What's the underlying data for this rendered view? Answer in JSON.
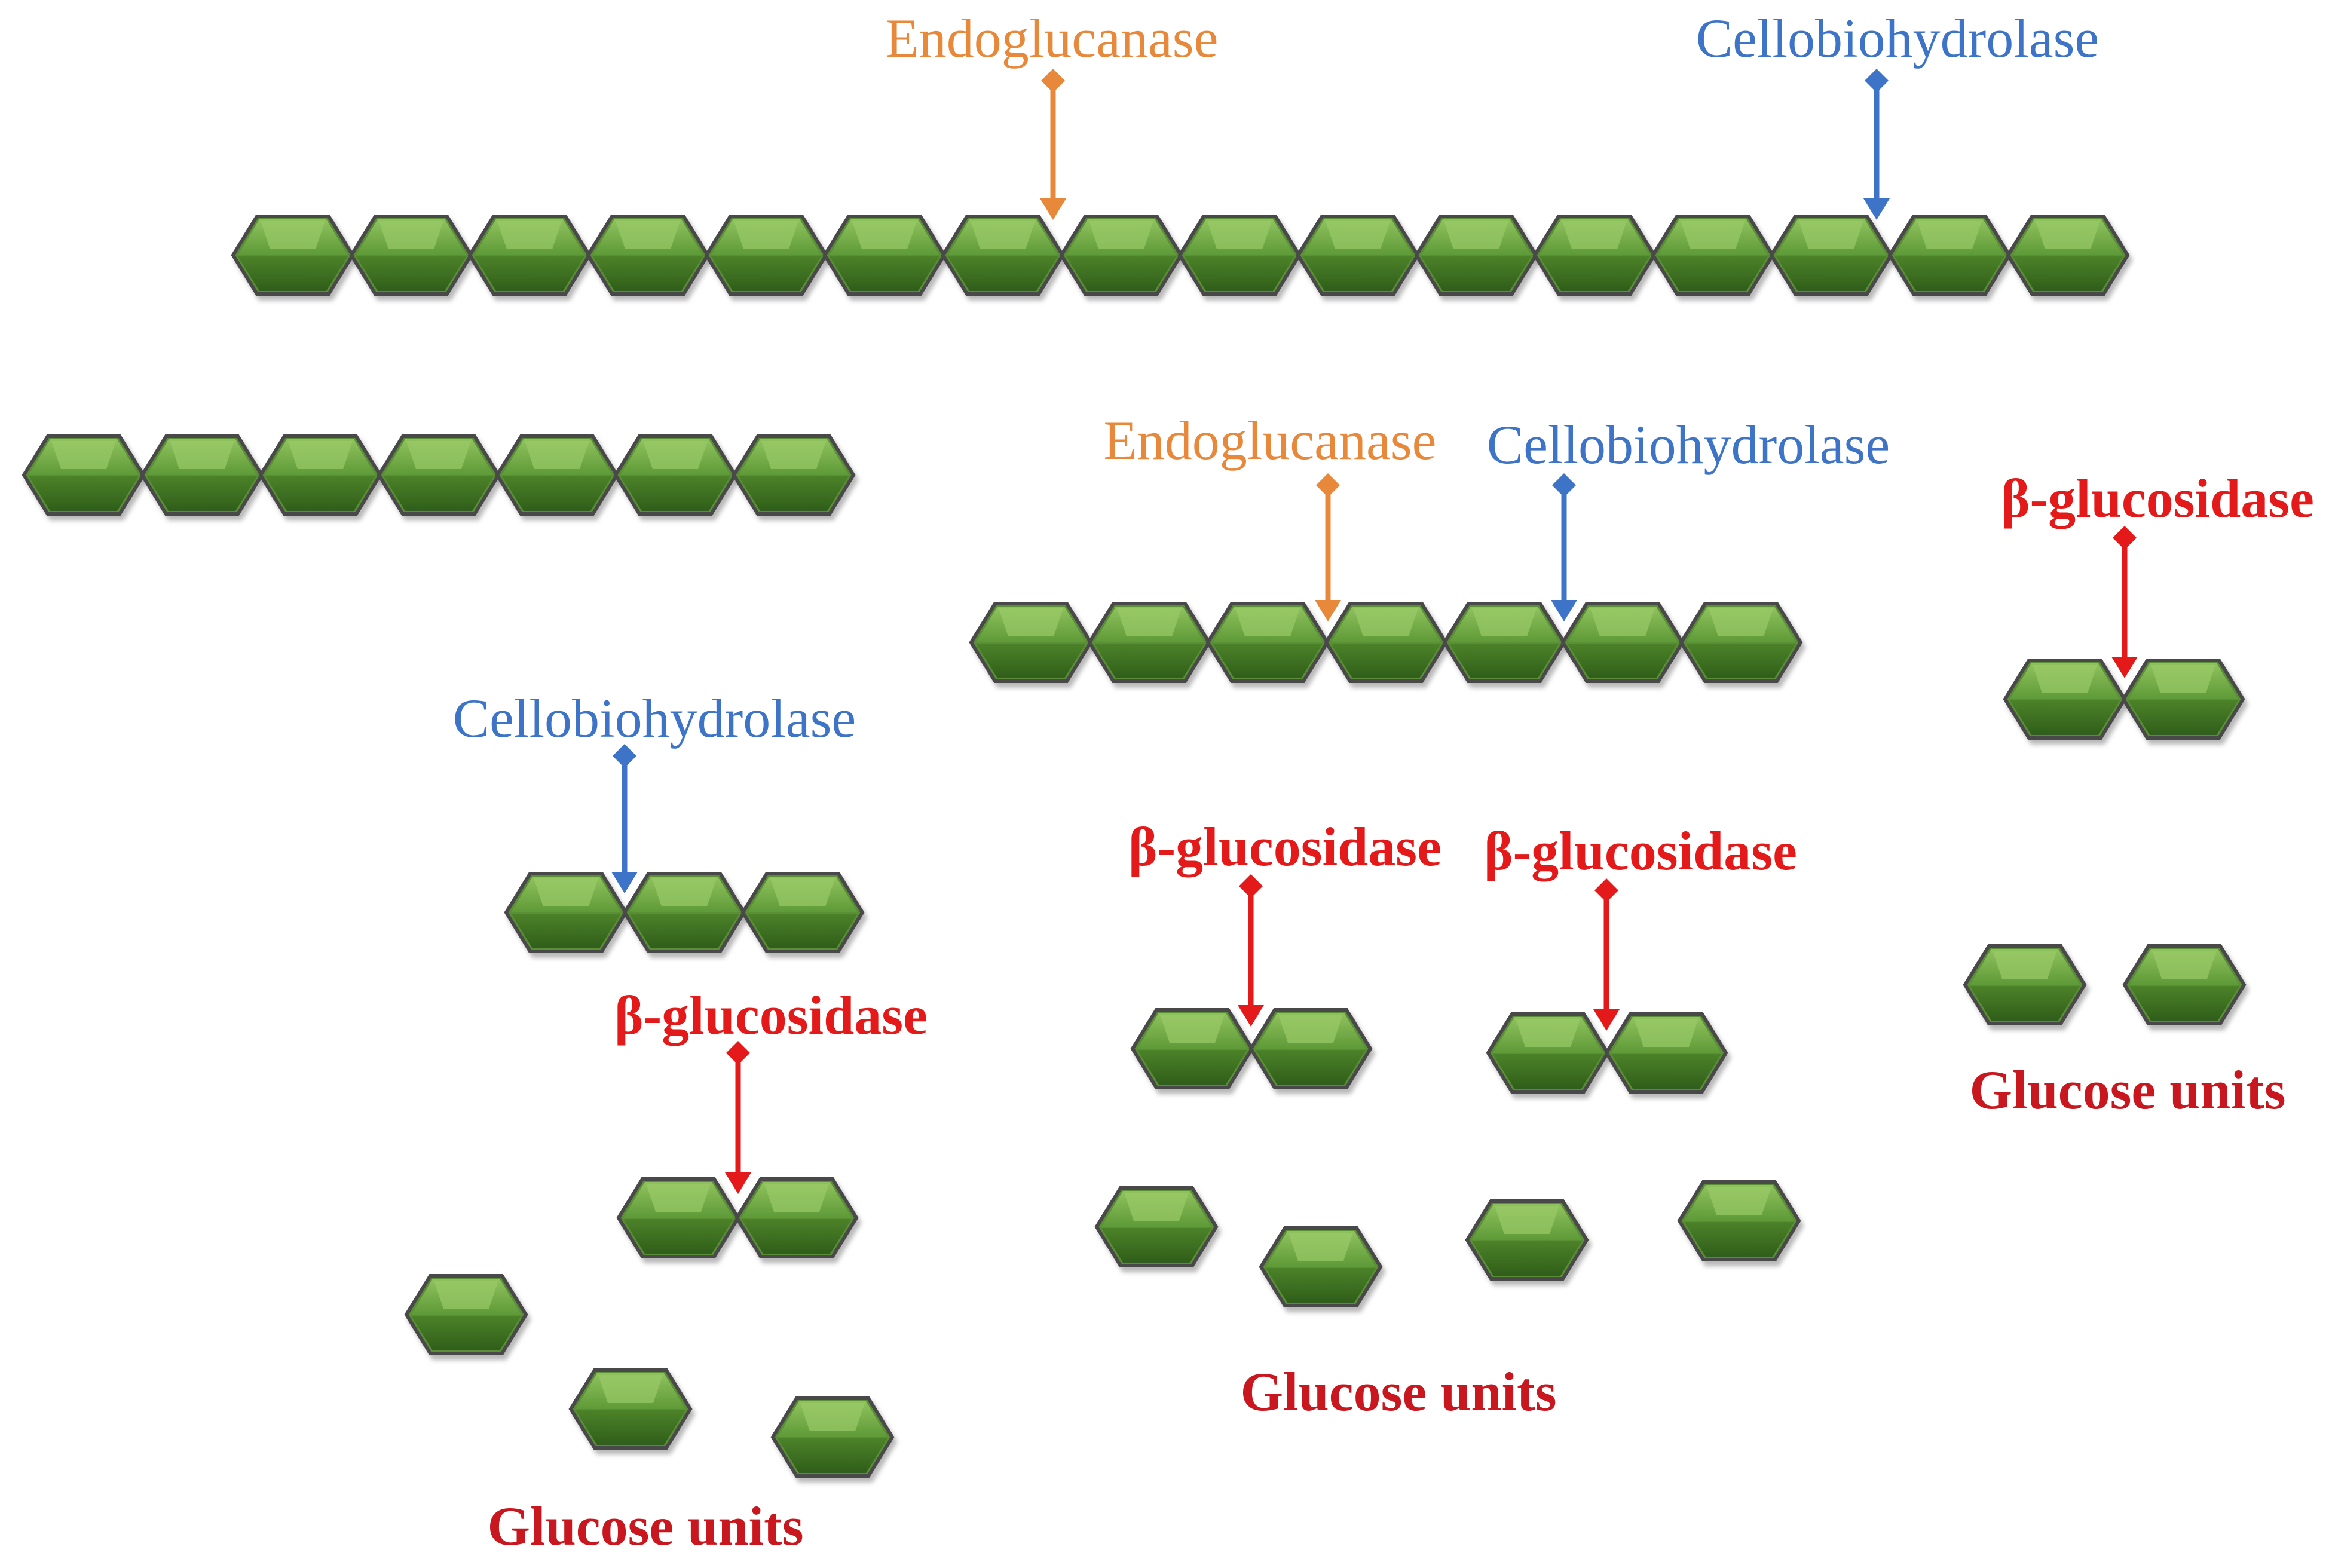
{
  "labels": {
    "endoglucanase": "Endoglucanase",
    "cellobiohydrolase": "Cellobiohydrolase",
    "beta_glucosidase": "β-glucosidase",
    "glucose_units": "Glucose units"
  },
  "colors": {
    "endoglucanase": "#E8883A",
    "cellobiohydrolase": "#3E74C8",
    "beta_glucosidase": "#E41A1A",
    "glucose_units": "#C8171E",
    "glucose_fill": "#5A8F35",
    "glucose_dark": "#3F6E25",
    "glucose_edge": "#4A4A4A"
  },
  "icons": {
    "glucose": "hexagon-icon",
    "cleavage_arrow": "arrow-down-icon"
  }
}
